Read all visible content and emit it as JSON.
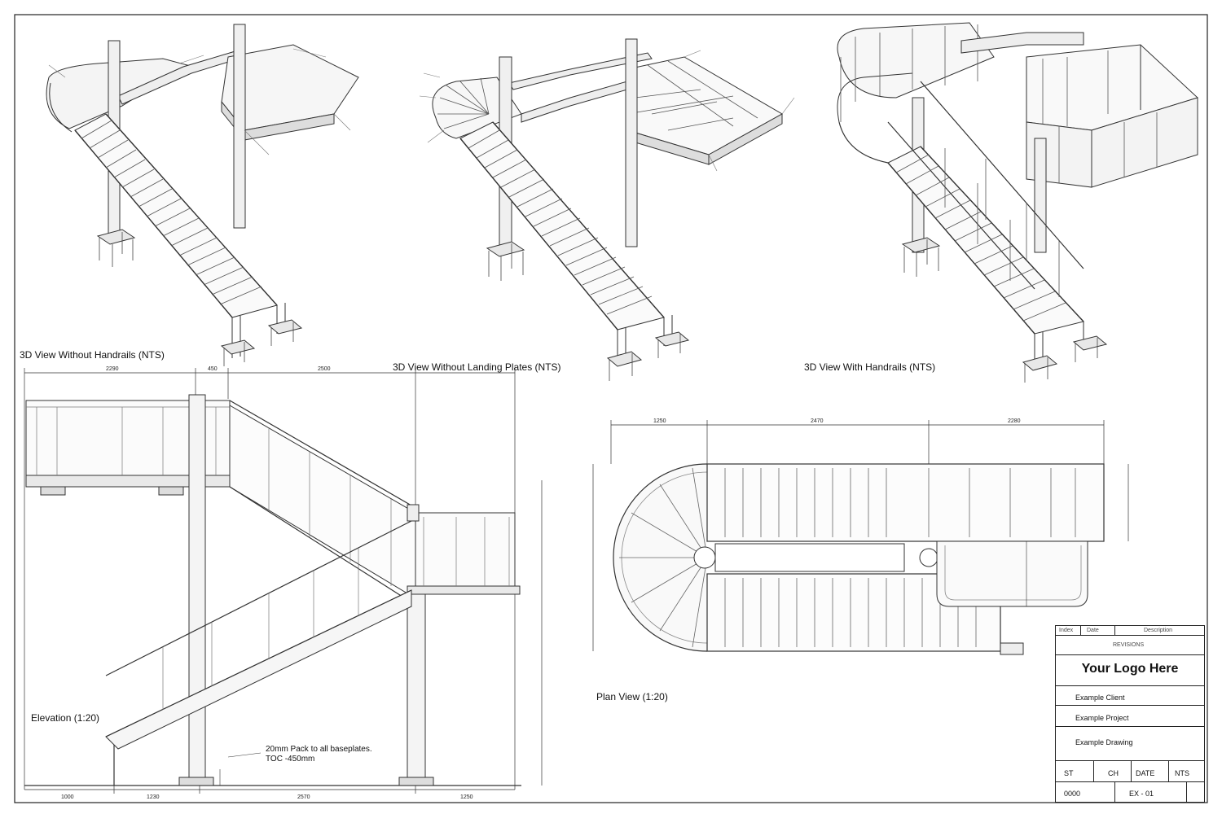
{
  "views": {
    "view3d_no_handrails": "3D View Without Handrails (NTS)",
    "view3d_no_landing": "3D View Without Landing Plates (NTS)",
    "view3d_handrails": "3D View With Handrails (NTS)",
    "elevation": "Elevation (1:20)",
    "plan": "Plan View (1:20)"
  },
  "notes": {
    "baseplate_line1": "20mm Pack to all baseplates.",
    "baseplate_line2": "TOC -450mm"
  },
  "dimensions": {
    "elev_top": [
      "2290",
      "450",
      "2500"
    ],
    "elev_bottom": [
      "1000",
      "1230",
      "2570",
      "1250"
    ],
    "plan_top": [
      "1250",
      "2470",
      "2280"
    ]
  },
  "title_block": {
    "col_index": "Index",
    "col_date": "Date",
    "col_description": "Description",
    "revisions": "REVISIONS",
    "logo": "Your Logo Here",
    "client": "Example Client",
    "project": "Example Project",
    "drawing_title": "Example Drawing",
    "drawn_by": "ST",
    "checked_by": "CH",
    "date": "DATE",
    "scale": "NTS",
    "project_no": "0000",
    "drawing_no": "EX - 01"
  }
}
